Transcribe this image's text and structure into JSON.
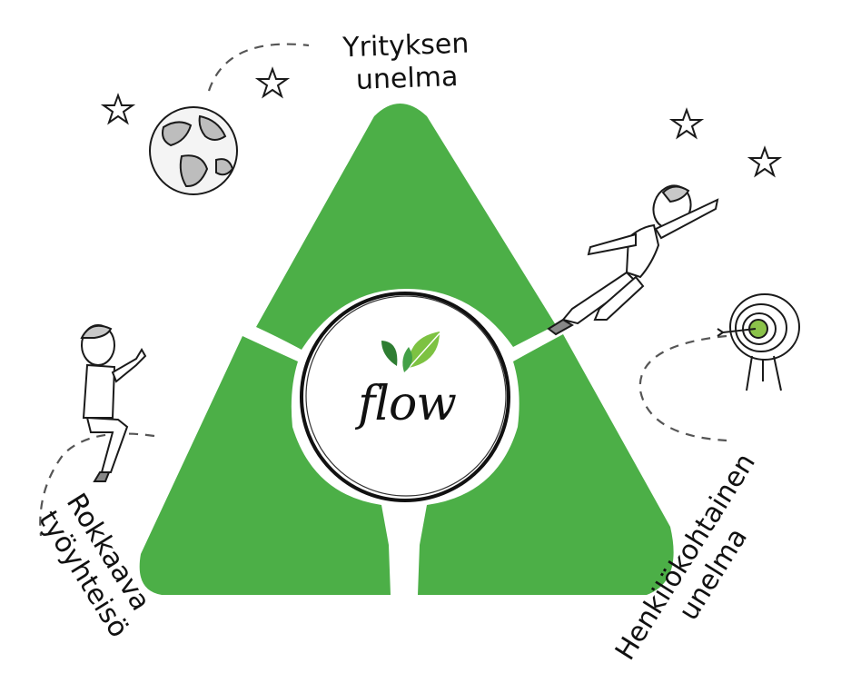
{
  "diagram": {
    "center_logo": {
      "text": "flow"
    },
    "labels": {
      "top": {
        "line1": "Yrityksen",
        "line2": "unelma"
      },
      "bottom_right": {
        "line1": "Henkilökohtainen",
        "line2": "unelma"
      },
      "bottom_left": {
        "line1": "Rokkaava",
        "line2": "työyhteisö"
      }
    },
    "colors": {
      "triangle_green": "#4caf47",
      "leaf_light": "#7dc242",
      "leaf_dark": "#2e7d32",
      "ink": "#1a1a1a",
      "target_green": "#8bc34a"
    },
    "icons": [
      "globe-icon",
      "star-icon",
      "flying-person-icon",
      "target-icon",
      "sitting-person-icon",
      "leaf-logo-icon"
    ]
  }
}
